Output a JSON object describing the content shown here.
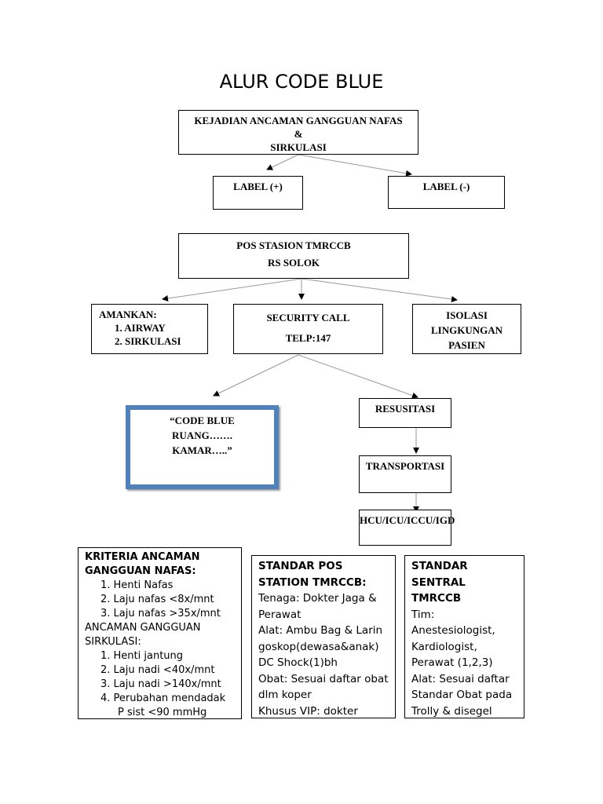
{
  "title": "ALUR CODE BLUE",
  "nodes": {
    "kejadian": [
      "KEJADIAN ANCAMAN GANGGUAN NAFAS",
      "&",
      "SIRKULASI"
    ],
    "label_pos": "LABEL (+)",
    "label_neg": "LABEL (-)",
    "pos_stasion": [
      "POS STASION TMRCCB",
      "RS SOLOK"
    ],
    "amankan": {
      "title": "AMANKAN:",
      "items": [
        "1.  AIRWAY",
        "2.  SIRKULASI"
      ]
    },
    "security_call": [
      "SECURITY CALL",
      "TELP:147"
    ],
    "isolasi": [
      "ISOLASI",
      "LINGKUNGAN",
      "PASIEN"
    ],
    "code_blue": [
      "“CODE BLUE",
      "RUANG…….",
      "KAMAR…..”"
    ],
    "resusitasi": "RESUSITASI",
    "transportasi": "TRANSPORTASI",
    "hcu": "HCU/ICU/ICCU/IGD"
  },
  "kriteria": {
    "title": "KRITERIA ANCAMAN GANGGUAN NAFAS:",
    "nafas_items": [
      "1.  Henti Nafas",
      "2.  Laju nafas <8x/mnt",
      "3.  Laju nafas >35x/mnt"
    ],
    "sirkulasi_title": "ANCAMAN GANGGUAN SIRKULASI:",
    "sirkulasi_items": [
      "1.  Henti jantung",
      "2.  Laju nadi <40x/mnt",
      "3.  Laju nadi >140x/mnt",
      "4.  Perubahan mendadak",
      "P sist <90 mmHg"
    ]
  },
  "standar_pos": {
    "title": "STANDAR POS STATION TMRCCB:",
    "lines": [
      "Tenaga: Dokter Jaga  & Perawat",
      "Alat: Ambu Bag & Laringoskop(dewasa&anak)",
      "DC Shock(1)bh",
      "Obat: Sesuai daftar obat dlm koper",
      "Khusus VIP:  dokter"
    ]
  },
  "standar_sentral": {
    "title": "STANDAR SENTRAL TMRCCB",
    "lines": [
      "Tim: Anestesiologist, Kardiologist, Perawat (1,2,3)",
      "Alat: Sesuai daftar Standar Obat pada Trolly & disegel"
    ]
  },
  "colors": {
    "code_blue_border": "#4f81bd"
  }
}
